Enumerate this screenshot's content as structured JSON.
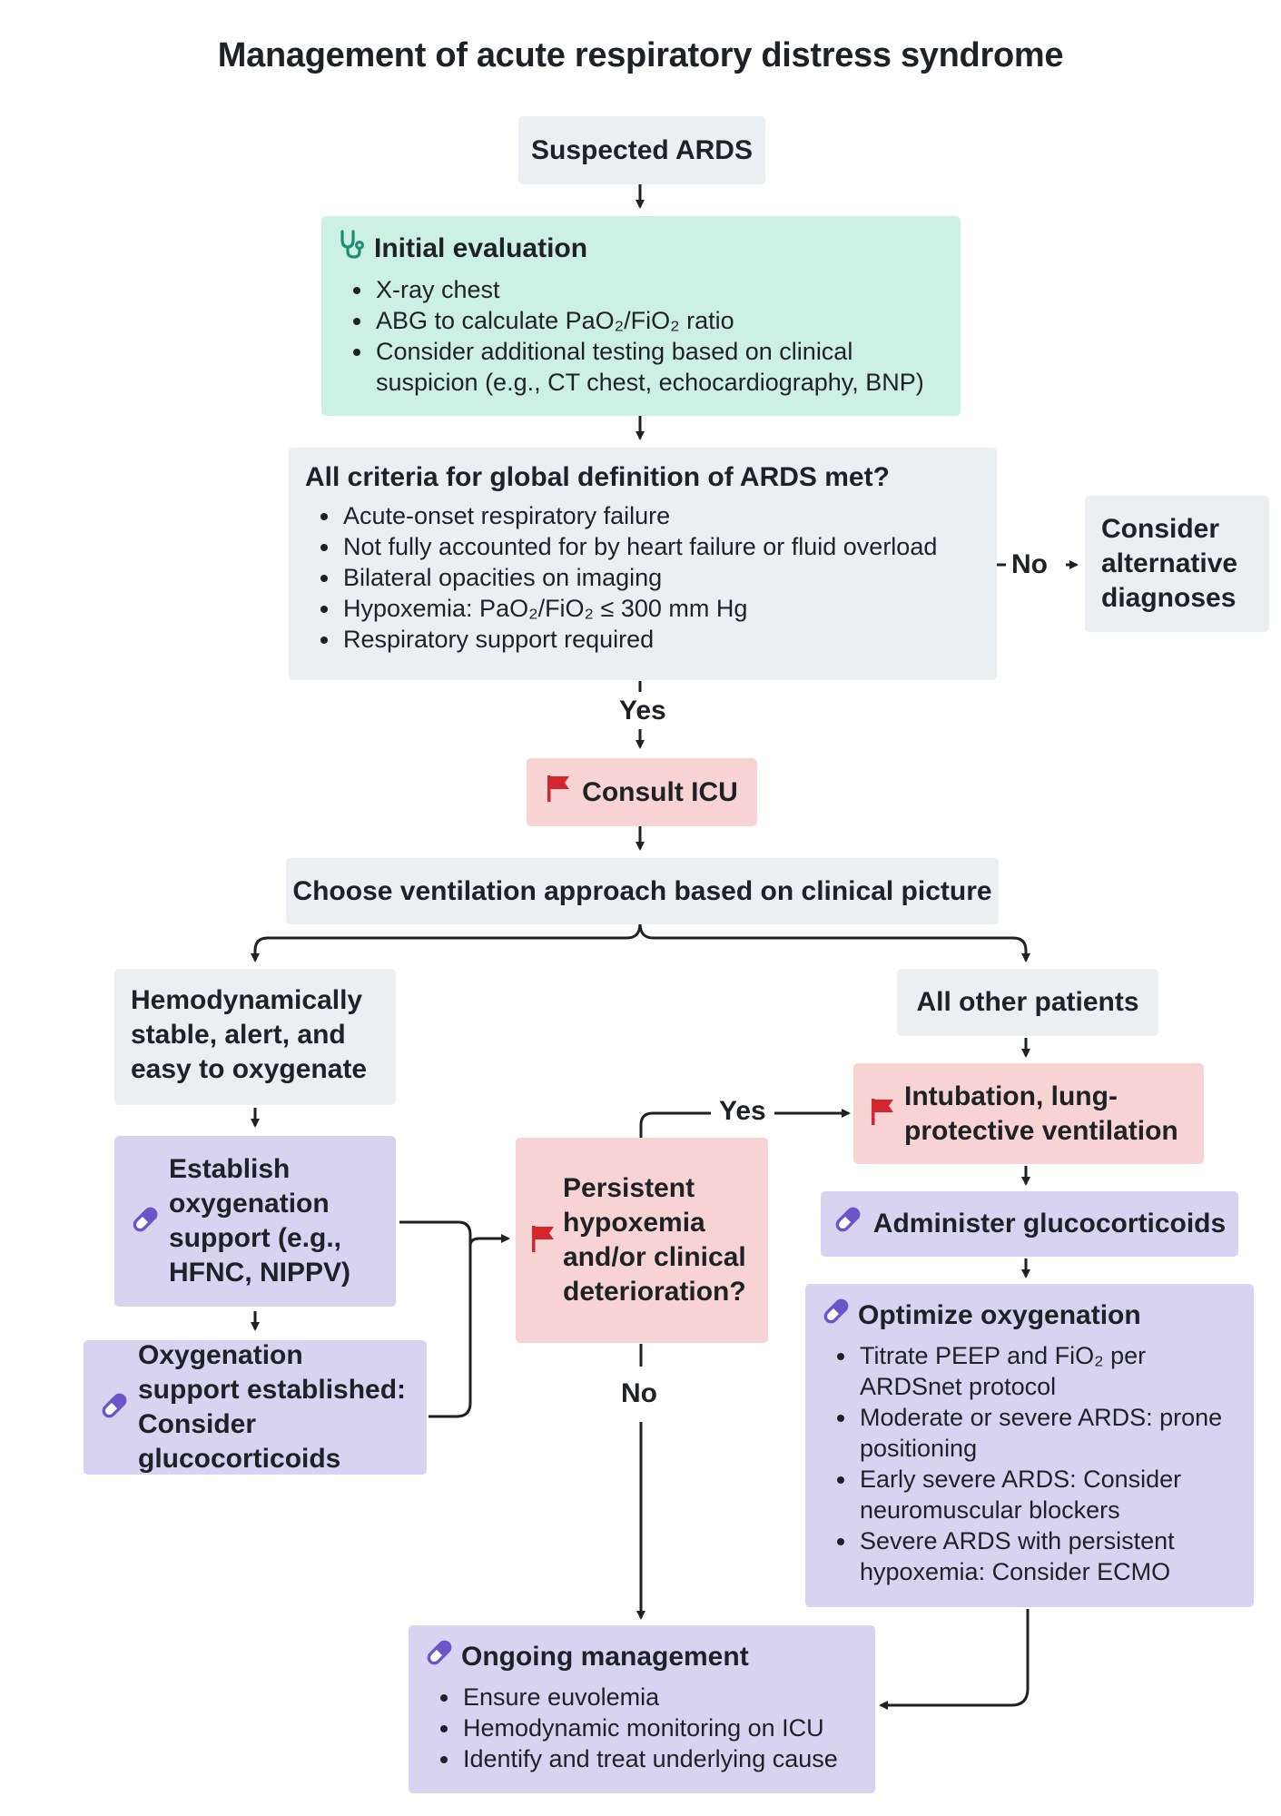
{
  "title": "Management of acute respiratory distress syndrome",
  "nodes": {
    "suspected": "Suspected ARDS",
    "initial_eval": {
      "title": "Initial evaluation",
      "items": [
        "X-ray chest",
        "ABG to calculate PaO₂/FiO₂ ratio",
        "Consider additional testing based on clinical suspicion (e.g., CT chest, echocardiography, BNP)"
      ]
    },
    "criteria": {
      "title": "All criteria for global definition of ARDS met?",
      "items": [
        "Acute-onset respiratory failure",
        "Not fully accounted for by heart failure or fluid overload",
        "Bilateral opacities on imaging",
        "Hypoxemia: PaO₂/FiO₂ ≤ 300 mm Hg",
        "Respiratory support required"
      ]
    },
    "alternative": "Consider alternative diagnoses",
    "consult_icu": "Consult ICU",
    "choose_vent": "Choose ventilation approach based on clinical picture",
    "stable": "Hemodynamically stable, alert, and easy to oxygenate",
    "establish": "Establish oxygenation support (e.g., HFNC, NIPPV)",
    "established": "Oxygenation support established: Consider glucocorticoids",
    "persistent": "Persistent hypoxemia and/or clinical deterioration?",
    "all_other": "All other patients",
    "intubation": "Intubation, lung-protective ventilation",
    "administer": "Administer glucocorticoids",
    "optimize": {
      "title": "Optimize oxygenation",
      "items": [
        "Titrate PEEP and FiO₂ per ARDSnet protocol",
        "Moderate or severe ARDS: prone positioning",
        "Early severe ARDS: Consider neuromuscular blockers",
        "Severe ARDS with persistent hypoxemia: Consider ECMO"
      ]
    },
    "ongoing": {
      "title": "Ongoing management",
      "items": [
        "Ensure euvolemia",
        "Hemodynamic monitoring on ICU",
        "Identify and treat underlying cause"
      ]
    }
  },
  "edge_labels": {
    "no_1": "No",
    "yes_1": "Yes",
    "yes_2": "Yes",
    "no_2": "No"
  },
  "colors": {
    "gray_box": "#eceff1",
    "green_box": "#cdf0e5",
    "red_box": "#f8d3d3",
    "purple_box": "#d8d3f1",
    "stethoscope": "#1a8f72",
    "flag": "#d3262c",
    "pill": "#6b55c8",
    "arrow": "#1e2227"
  },
  "icons": {
    "initial_eval": "stethoscope-icon",
    "consult_icu": "flag-icon",
    "persistent": "flag-icon",
    "intubation": "flag-icon",
    "establish": "pill-icon",
    "established": "pill-icon",
    "administer": "pill-icon",
    "optimize": "pill-icon",
    "ongoing": "pill-icon"
  }
}
